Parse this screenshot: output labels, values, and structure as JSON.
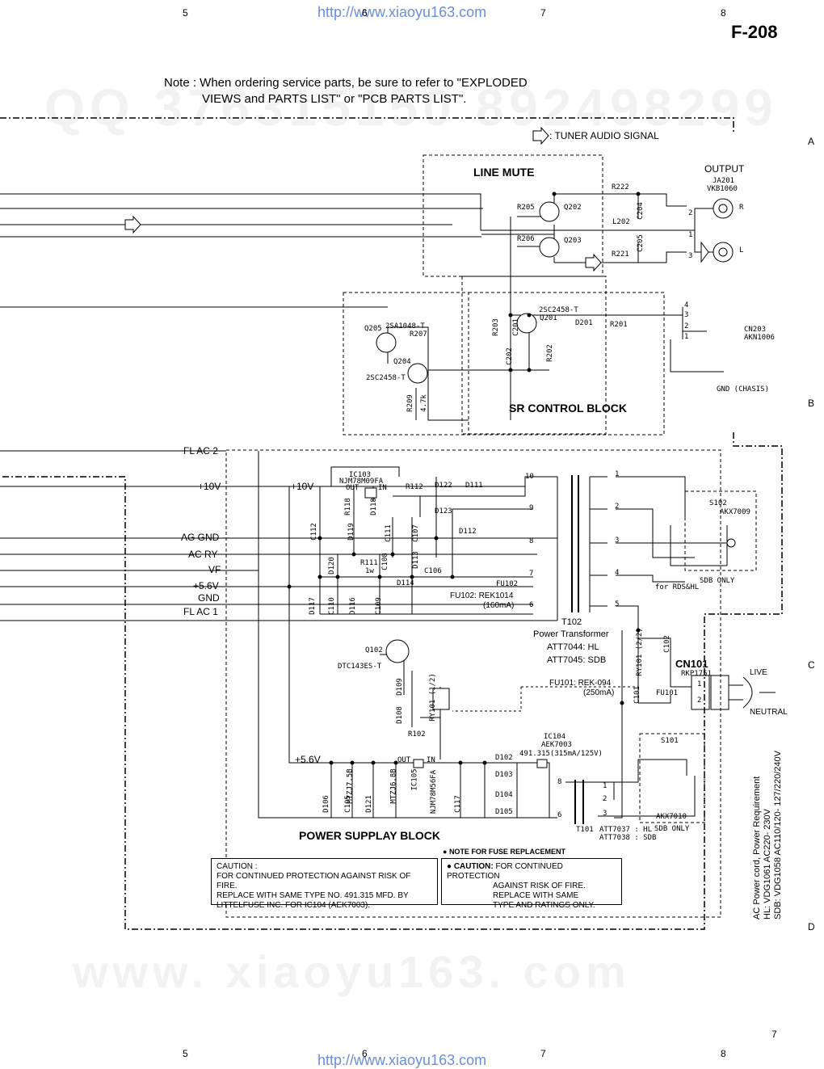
{
  "page": {
    "id": "F-208",
    "page_number": "7",
    "url_watermark": "http://www.xiaoyu163.com",
    "bottom_watermark": "www. xiaoyu163. com",
    "qq_watermark": "QQ 376315150 892498299",
    "col_markers": [
      "5",
      "6",
      "7",
      "8"
    ],
    "row_markers": [
      "A",
      "B",
      "C",
      "D"
    ]
  },
  "note": {
    "line1": "Note : When ordering service parts, be sure to refer to \"EXPLODED",
    "line2": "VIEWS and PARTS LIST\" or \"PCB PARTS LIST\"."
  },
  "legend": {
    "tuner_audio": ": TUNER AUDIO SIGNAL"
  },
  "blocks": {
    "line_mute": "LINE MUTE",
    "sr_control": "SR CONTROL BLOCK",
    "power_supply": "POWER SUPPLAY BLOCK"
  },
  "output": {
    "label": "OUTPUT",
    "jack": "JA201",
    "part": "VKB1060",
    "r": "R",
    "l": "L"
  },
  "rails": {
    "fl_ac2": "FL AC 2",
    "v10": "+10V",
    "ag_gnd": "AG GND",
    "ac_ry": "AC RY",
    "vf": "-VF",
    "v56": "+5.6V",
    "gnd": "GND",
    "fl_ac1": "FL AC 1",
    "v10_inner": "+10V",
    "v56_inner": "+5.6V"
  },
  "components": {
    "r222": "R222",
    "r205": "R205",
    "q202": "Q202",
    "l202": "L202",
    "c204": "C204",
    "r206": "R206",
    "q203": "Q203",
    "c205": "C205",
    "r221": "R221",
    "q201_type": "2SC2458-T",
    "q201": "Q201",
    "d201": "D201",
    "r201": "R201",
    "r203": "R203",
    "c201": "C201",
    "c202": "C202",
    "r202": "R202",
    "q205": "Q205",
    "q205_type": "2SA1048-T",
    "r207": "R207",
    "q204": "Q204",
    "q204_type": "2SC2458-T",
    "r209": "R209",
    "r209_val": "4.7k",
    "cn203": "CN203",
    "cn203_part": "AKN1006",
    "gnd_chassis": "GND (CHASIS)",
    "ic103": "IC103",
    "ic103_part": "NJM78M09FA",
    "out": "OUT",
    "in": "IN",
    "r118": "R118",
    "d118": "D118",
    "r112": "R112",
    "d122": "D122",
    "d111": "D111",
    "d123": "D123",
    "d112": "D112",
    "c112": "C112",
    "d119": "D119",
    "c111": "C111",
    "c107": "C107",
    "d120": "D120",
    "r111": "R111",
    "r111_val": "1w",
    "c108": "C108",
    "d113": "D113",
    "c106": "C106",
    "d114": "D114",
    "fu102": "FU102",
    "fu102_part": "FU102: REK1014",
    "fu102_val": "(160mA)",
    "d117": "D117",
    "c110": "C110",
    "d116": "D116",
    "c109": "C109",
    "t102": "T102",
    "t102_desc": "Power Transformer",
    "t102_hl": "ATT7044: HL",
    "t102_sdb": "ATT7045: SDB",
    "s102": "S102",
    "s102_part": "AKX7009",
    "sdb_only": "SDB  ONLY",
    "for_rds": "for RDS&HL",
    "q102": "Q102",
    "q102_type": "DTC143ES-T",
    "d109": "D109",
    "ry101_12": "RY101 (1/2)",
    "d108": "D108",
    "ry101_22": "RY101 (2/2)",
    "c102": "C102",
    "r102": "R102",
    "fu101_part": "FU101: REK-094",
    "fu101_val": "(250mA)",
    "cn101": "CN101",
    "cn101_part": "RKP1751",
    "fu101": "FU101",
    "c101": "C101",
    "live": "LIVE",
    "neutral": "NEUTRAL",
    "ic104": "IC104",
    "ic104_part": "AEK7003",
    "ic104_fuse": "491.315(315mA/125V)",
    "d102": "D102",
    "d103": "D103",
    "d104": "D104",
    "d105": "D105",
    "t101": "T101",
    "t101_hl": "ATT7037 : HL",
    "t101_sdb": "ATT7038 : SDB",
    "s101": "S101",
    "s101_part": "AKX7010",
    "s101_sdb": "SDB  ONLY",
    "d106": "D106",
    "d106_type": "MTZJ7.5B",
    "c105": "C105",
    "d121": "D121",
    "d121_type": "MTZJ6.8B",
    "ic105": "IC105",
    "ic105_part": "NJM78M56FA",
    "c117": "C117"
  },
  "pins": [
    "1",
    "2",
    "3",
    "4",
    "5",
    "6",
    "7",
    "8",
    "9",
    "10"
  ],
  "caution_left": {
    "title": "CAUTION :",
    "body": [
      "FOR CONTINUED PROTECTION AGAINST RISK OF FIRE.",
      "REPLACE WITH SAME TYPE NO. 491.315 MFD. BY",
      "LITTELFUSE INC. FOR IC104 (AEK7003)."
    ]
  },
  "fuse_note": {
    "header": "NOTE FOR FUSE REPLACEMENT",
    "caution": "CAUTION:",
    "body": [
      "FOR CONTINUED PROTECTION",
      "AGAINST RISK OF FIRE.",
      "REPLACE WITH SAME",
      "TYPE AND RATINGS ONLY."
    ]
  },
  "ac_power": {
    "title": "AC Power cord, Power Requirement",
    "hl": "HL:  VDG1061 AC220- 230V",
    "sdb": "SDB:  VDG1058 AC110/120- 127/220/240V"
  }
}
